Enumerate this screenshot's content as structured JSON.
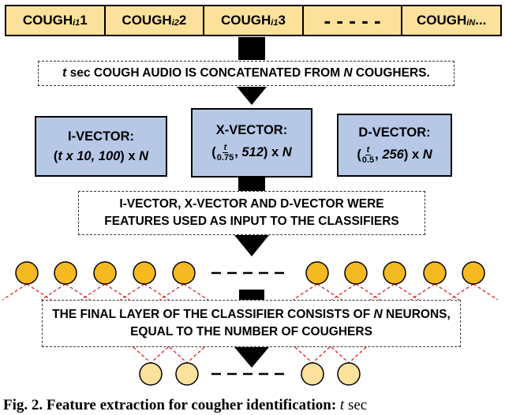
{
  "cough_strip": [
    {
      "base": "COUGH",
      "sub": "i1",
      "suffix": "1"
    },
    {
      "base": "COUGH",
      "sub": "i2",
      "suffix": "2"
    },
    {
      "base": "COUGH",
      "sub": "i1",
      "suffix": "3"
    },
    {
      "base": "",
      "sub": "",
      "suffix": "- - - - -"
    },
    {
      "base": "COUGH",
      "sub": "iN",
      "suffix": " ..."
    }
  ],
  "concat_note": {
    "t": "t",
    "pre": " sec COUGH AUDIO IS CONCATENATED FROM ",
    "n": "N",
    "post": " COUGHERS."
  },
  "vectors": {
    "ivector": {
      "title": "I-VECTOR:",
      "formula_a": "t x 10, 100",
      "x": "x",
      "n": "N"
    },
    "xvector": {
      "title": "X-VECTOR:",
      "num": "t",
      "den": "0.75",
      "dim": "512",
      "x": "x",
      "n": "N"
    },
    "dvector": {
      "title": "D-VECTOR:",
      "num": "t",
      "den": "0.5",
      "dim": "256",
      "x": "x",
      "n": "N"
    }
  },
  "features_note": {
    "line1": "I-VECTOR, X-VECTOR AND D-VECTOR WERE",
    "line2": "FEATURES USED AS INPUT TO THE CLASSIFIERS"
  },
  "final_layer_note": {
    "line1_pre": "THE FINAL LAYER OF THE CLASSIFIER CONSISTS OF ",
    "n": "N",
    "line1_post": " NEURONS,",
    "line2": "EQUAL TO THE NUMBER OF COUGHERS"
  },
  "caption": {
    "label": "Fig. 2.",
    "title": " Feature extraction for cougher identification:",
    "t": " t",
    "rest": " sec"
  },
  "colors": {
    "cough_cell": "#fbe19b",
    "input_neuron": "#f5b921",
    "output_neuron": "#fbe19b",
    "vector_box": "#b6c8e6",
    "connection": "#e02020",
    "connector": "#000000"
  }
}
